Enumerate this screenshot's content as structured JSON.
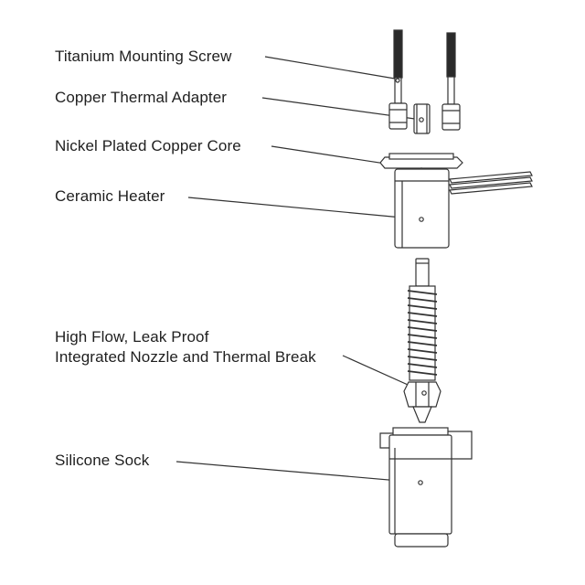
{
  "labels": {
    "screw": "Titanium Mounting Screw",
    "adapter": "Copper Thermal Adapter",
    "core": "Nickel Plated Copper Core",
    "heater": "Ceramic Heater",
    "nozzle_line1": "High Flow, Leak Proof",
    "nozzle_line2": "Integrated Nozzle and Thermal Break",
    "sock": "Silicone Sock"
  },
  "colors": {
    "stroke": "#333333",
    "text": "#1f1f1f",
    "dark_thread": "#2a2a2a"
  }
}
